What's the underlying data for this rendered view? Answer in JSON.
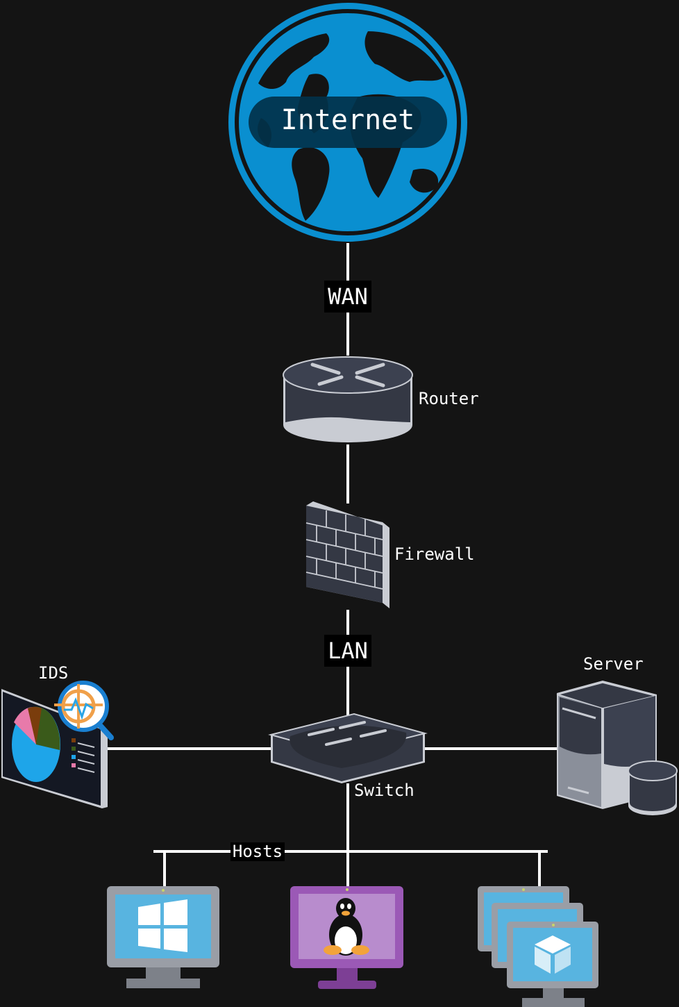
{
  "diagram": {
    "internet_label": "Internet",
    "wan_label": "WAN",
    "lan_label": "LAN",
    "router_label": "Router",
    "firewall_label": "Firewall",
    "switch_label": "Switch",
    "server_label": "Server",
    "ids_label": "IDS",
    "hosts_label": "Hosts"
  },
  "icons": {
    "internet": "globe-icon",
    "router": "router-icon",
    "firewall": "firewall-icon",
    "switch": "switch-icon",
    "server": "server-icon",
    "ids": "ids-monitor-icon",
    "host_windows": "windows-monitor-icon",
    "host_linux": "linux-monitor-icon",
    "host_vms": "virtual-machines-icon"
  },
  "colors": {
    "background": "#141414",
    "link": "#ffffff",
    "globe": "#0a8fd0",
    "device_dark": "#343844",
    "device_light": "#8a8f9a",
    "screen_blue": "#58b4e0",
    "linux_purple": "#9b59b6"
  }
}
